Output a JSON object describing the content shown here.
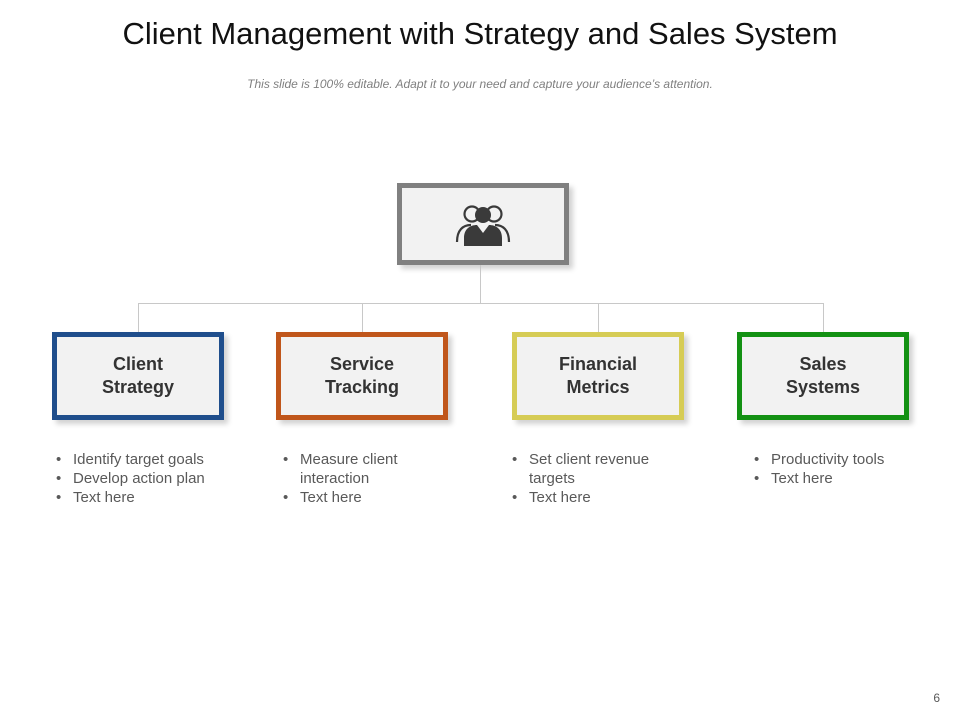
{
  "title": "Client Management with Strategy and Sales System",
  "subtitle": "This slide is 100% editable. Adapt it to your need and capture your audience’s attention.",
  "top_icon": "users-group-icon",
  "cards": [
    {
      "label": "Client\nStrategy",
      "color": "#1f4e8c",
      "bullets": [
        "Identify  target goals",
        "Develop action plan",
        "Text here"
      ]
    },
    {
      "label": "Service\nTracking",
      "color": "#c0561b",
      "bullets": [
        "Measure client interaction",
        "Text here"
      ]
    },
    {
      "label": "Financial\nMetrics",
      "color": "#d6cc55",
      "bullets": [
        "Set client revenue targets",
        "Text here"
      ]
    },
    {
      "label": "Sales\nSystems",
      "color": "#139113",
      "bullets": [
        "Productivity tools",
        "Text here"
      ]
    }
  ],
  "page_number": "6"
}
